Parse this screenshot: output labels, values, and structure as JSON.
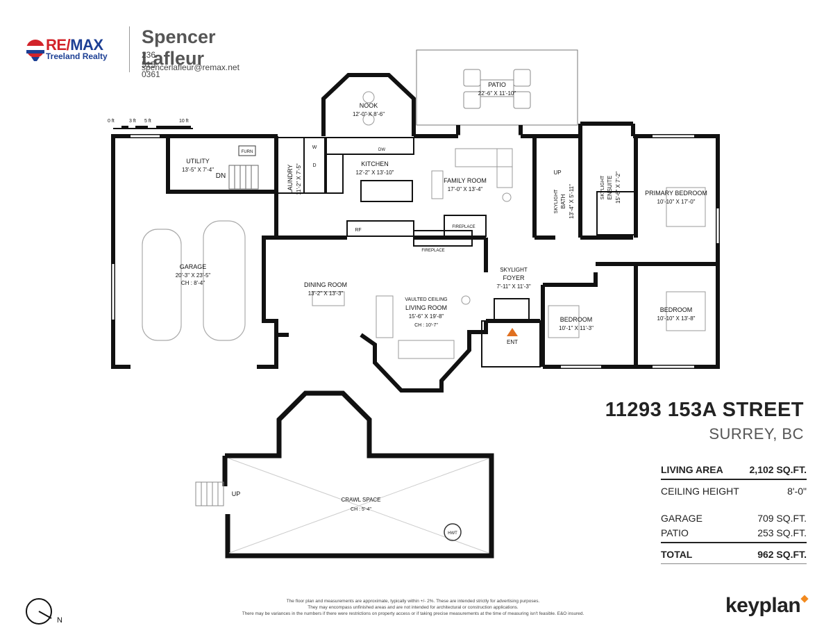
{
  "agent": {
    "brand_name_1": "RE/",
    "brand_name_2": "MAX",
    "brand_sub": "Treeland Realty",
    "name": "Spencer Lafleur",
    "phone": "236 515 0361",
    "email": "spencerlafleur@remax.net"
  },
  "scale_bar": {
    "t0": "0 ft",
    "t1": "3 ft",
    "t2": "5 ft",
    "t3": "10 ft"
  },
  "rooms": {
    "patio": {
      "name": "PATIO",
      "dims": "22'-6\" X 11'-10\""
    },
    "nook": {
      "name": "NOOK",
      "dims": "12'-0\" X 8'-6\""
    },
    "kitchen": {
      "name": "KITCHEN",
      "dims": "12'-2\" X 13'-10\""
    },
    "family": {
      "name": "FAMILY ROOM",
      "dims": "17'-0\" X 13'-4\""
    },
    "utility": {
      "name": "UTILITY",
      "dims": "13'-5\" X 7'-4\""
    },
    "laundry": {
      "name": "LAUNDRY",
      "dims": "11'-2\" X 7'-5\""
    },
    "garage": {
      "name": "GARAGE",
      "dims": "20'-3\" X 23'-5\"",
      "ch": "CH : 8'-4\""
    },
    "dining": {
      "name": "DINING ROOM",
      "dims": "13'-2\" X 13'-3\""
    },
    "living": {
      "extra": "VAULTED CEILING",
      "name": "LIVING ROOM",
      "dims": "15'-6\" X 19'-8\"",
      "ch": "CH : 10'-7\""
    },
    "foyer": {
      "extra": "SKYLIGHT",
      "name": "FOYER",
      "dims": "7'-11\" X 11'-3\""
    },
    "bath": {
      "extra": "SKYLIGHT",
      "name": "BATH",
      "dims": "13'-4\" X 5'-11\""
    },
    "ensuite": {
      "extra": "SKYLIGHT",
      "name": "ENSUITE",
      "dims": "15'-6\" X 7'-2\""
    },
    "primary": {
      "name": "PRIMARY BEDROOM",
      "dims": "10'-10\" X 17'-0\""
    },
    "bed1": {
      "name": "BEDROOM",
      "dims": "10'-1\" X 11'-3\""
    },
    "bed2": {
      "name": "BEDROOM",
      "dims": "10'-10\" X 13'-8\""
    },
    "crawl": {
      "name": "CRAWL SPACE",
      "ch": "CH : 5'-4\""
    }
  },
  "fixtures": {
    "furn": "FURN",
    "dn": "DN",
    "w": "W",
    "d": "D",
    "dw": "DW",
    "rf": "RF",
    "fireplace": "FIREPLACE",
    "up": "UP",
    "ent": "ENT",
    "hwt": "HWT"
  },
  "address": "11293 153A STREET",
  "city": "SURREY, BC",
  "areas": {
    "living_label": "LIVING AREA",
    "living_value": "2,102 SQ.FT.",
    "ceiling_label": "CEILING HEIGHT",
    "ceiling_value": "8'-0\"",
    "garage_label": "GARAGE",
    "garage_value": "709 SQ.FT.",
    "patio_label": "PATIO",
    "patio_value": "253 SQ.FT.",
    "total_label": "TOTAL",
    "total_value": "962 SQ.FT."
  },
  "disclaimer": [
    "The floor plan and measurements are approximate, typically within +/- 2%. These are intended strictly for advertising purposes.",
    "They may encompass unfinished areas and are not intended for architectural or construction applications.",
    "There may be variances in the numbers if there were restrictions on property access or if taking precise measurements at the time of measuring isn't feasible. E&O insured."
  ],
  "compass": "N",
  "keyplan": "keyplan"
}
